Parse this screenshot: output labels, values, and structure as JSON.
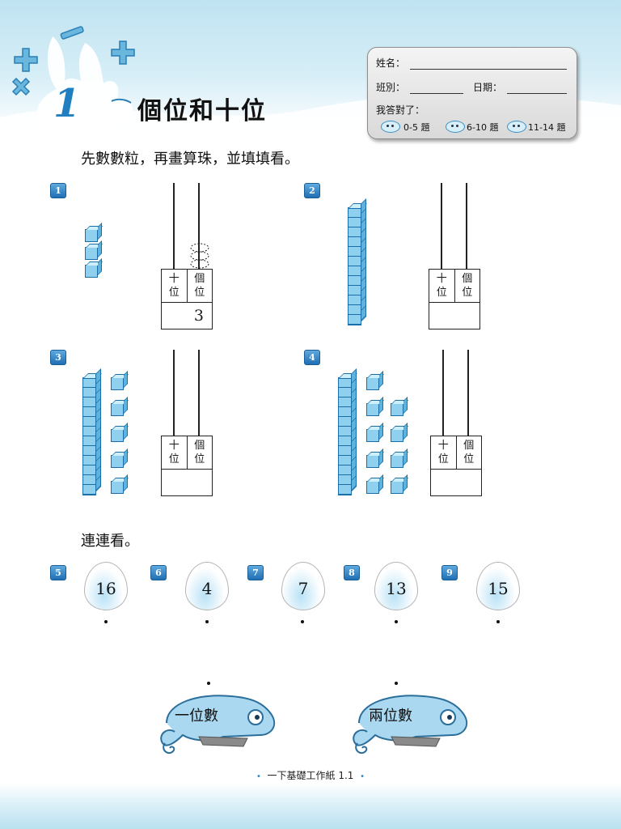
{
  "header": {
    "lesson_number": "1",
    "title": "個位和十位",
    "info": {
      "name_label": "姓名：",
      "class_label": "班別：",
      "date_label": "日期：",
      "score_label": "我答對了：",
      "grades": [
        "0-5 題",
        "6-10 題",
        "11-14 題"
      ]
    }
  },
  "section1": {
    "instruction": "先數數粒，再畫算珠，並填填看。",
    "problems": [
      {
        "num": "1",
        "tens_label": "十位",
        "ones_label": "個位",
        "tens_head": "十",
        "tens_tail": "位",
        "ones_head": "個",
        "ones_tail": "位",
        "tens_value": "",
        "ones_value": "3",
        "rods": 0,
        "cubes": 3
      },
      {
        "num": "2",
        "tens_head": "十",
        "tens_tail": "位",
        "ones_head": "個",
        "ones_tail": "位",
        "tens_value": "",
        "ones_value": "",
        "rods": 1,
        "cubes": 0
      },
      {
        "num": "3",
        "tens_head": "十",
        "tens_tail": "位",
        "ones_head": "個",
        "ones_tail": "位",
        "tens_value": "",
        "ones_value": "",
        "rods": 1,
        "cubes": 5
      },
      {
        "num": "4",
        "tens_head": "十",
        "tens_tail": "位",
        "ones_head": "個",
        "ones_tail": "位",
        "tens_value": "",
        "ones_value": "",
        "rods": 1,
        "cubes": 9
      }
    ]
  },
  "section2": {
    "instruction": "連連看。",
    "eggs": [
      {
        "num": "5",
        "value": "16"
      },
      {
        "num": "6",
        "value": "4"
      },
      {
        "num": "7",
        "value": "7"
      },
      {
        "num": "8",
        "value": "13"
      },
      {
        "num": "9",
        "value": "15"
      }
    ],
    "targets": [
      "一位數",
      "兩位數"
    ]
  },
  "footer": {
    "text": "一下基礎工作紙 1.1",
    "bullet": "•"
  }
}
